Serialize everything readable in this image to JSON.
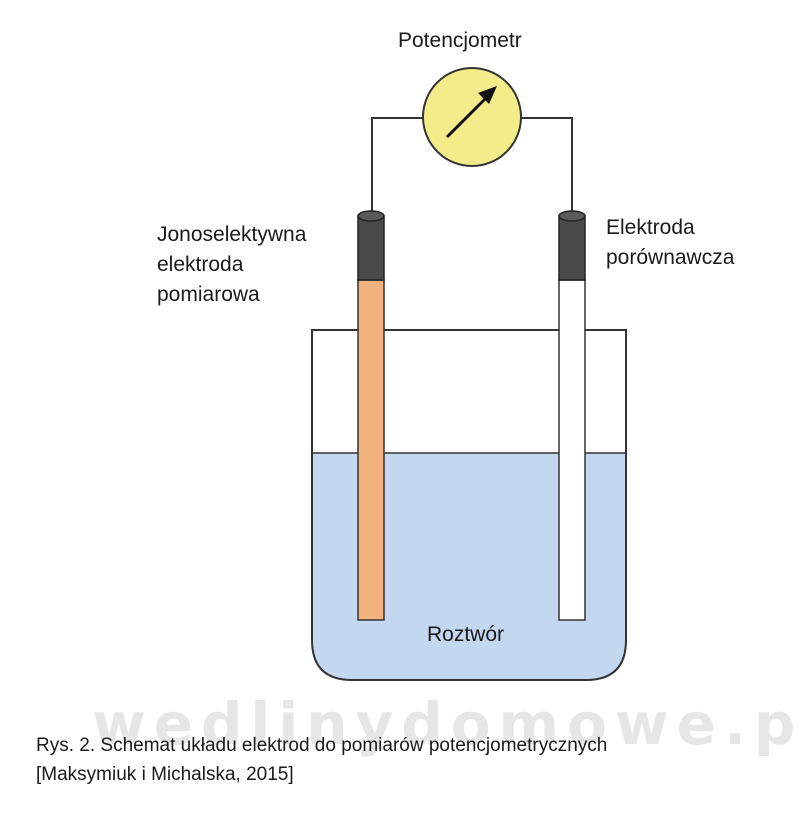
{
  "meter_label": "Potencjometr",
  "ise_label": [
    "Jonoselektywna",
    "elektroda",
    "pomiarowa"
  ],
  "reference_label": [
    "Elektroda",
    "porównawcza"
  ],
  "solution_label": "Roztwór",
  "watermark": "wedlinydomowe.pl",
  "caption": [
    "Rys. 2. Schemat układu elektrod do pomiarów potencjometrycznych",
    "[Maksymiuk i Michalska, 2015]"
  ],
  "colors": {
    "meter_face": "#f4ec8a",
    "solution": "#c3d8f0",
    "ise_body": "#f2b27d",
    "electrode_cap": "#4a4a4a",
    "reference_body": "#ffffff"
  }
}
